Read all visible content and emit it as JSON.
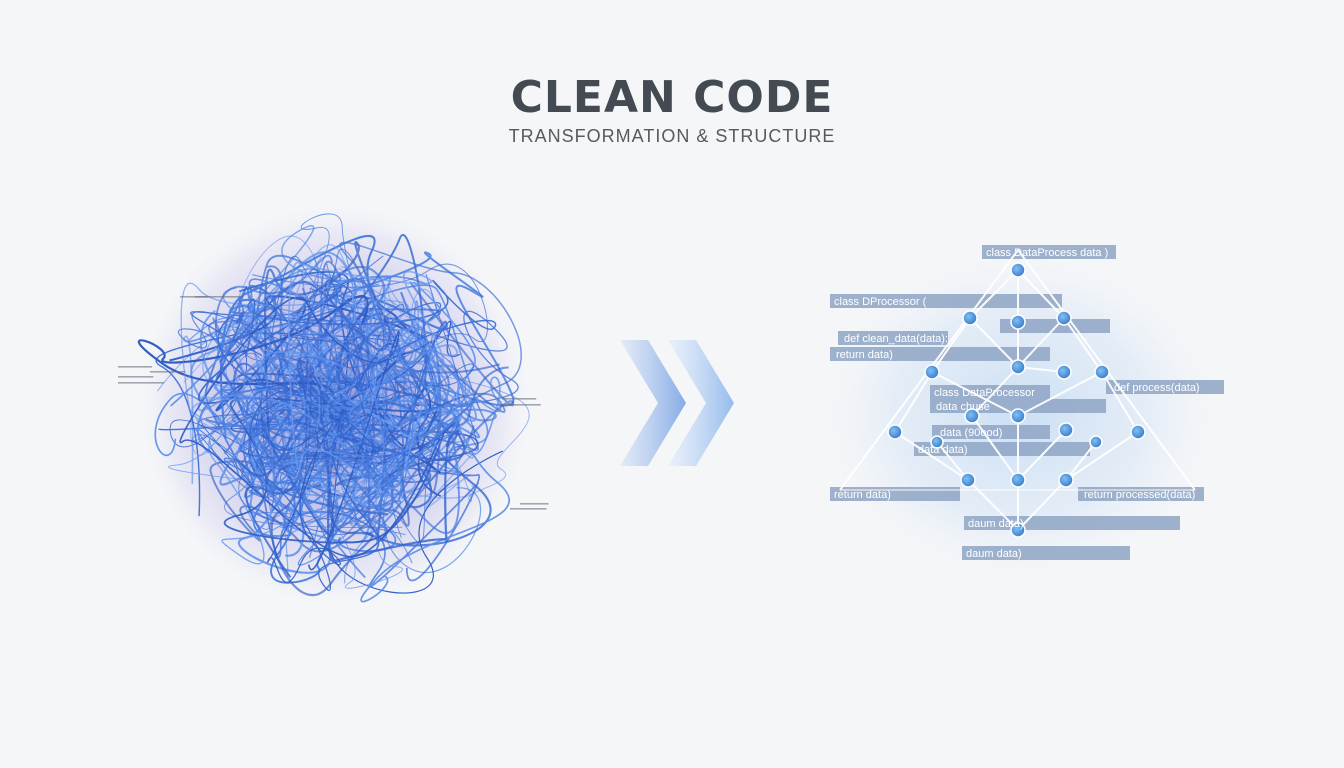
{
  "header": {
    "title": "CLEAN CODE",
    "subtitle": "TRANSFORMATION & STRUCTURE"
  },
  "structure": {
    "labels": [
      "class DataProcess data )",
      "class DProcessor (",
      "def clean_data(data):",
      "return data)",
      "class DataProcessor",
      "data chuse",
      "data (90ood)",
      "data data)",
      "def process(data)",
      "return data)",
      "return processed(data)",
      "daum data)",
      "daum data)"
    ]
  },
  "colors": {
    "accent": "#3e74d4",
    "tangle": "#3d6fd6",
    "bar": "#8ea4c4",
    "node": "#4a8fd8",
    "chevron": "#8ab4ec"
  },
  "icons": {
    "transition": "double-chevron-right-icon",
    "node": "circle-node-icon"
  }
}
